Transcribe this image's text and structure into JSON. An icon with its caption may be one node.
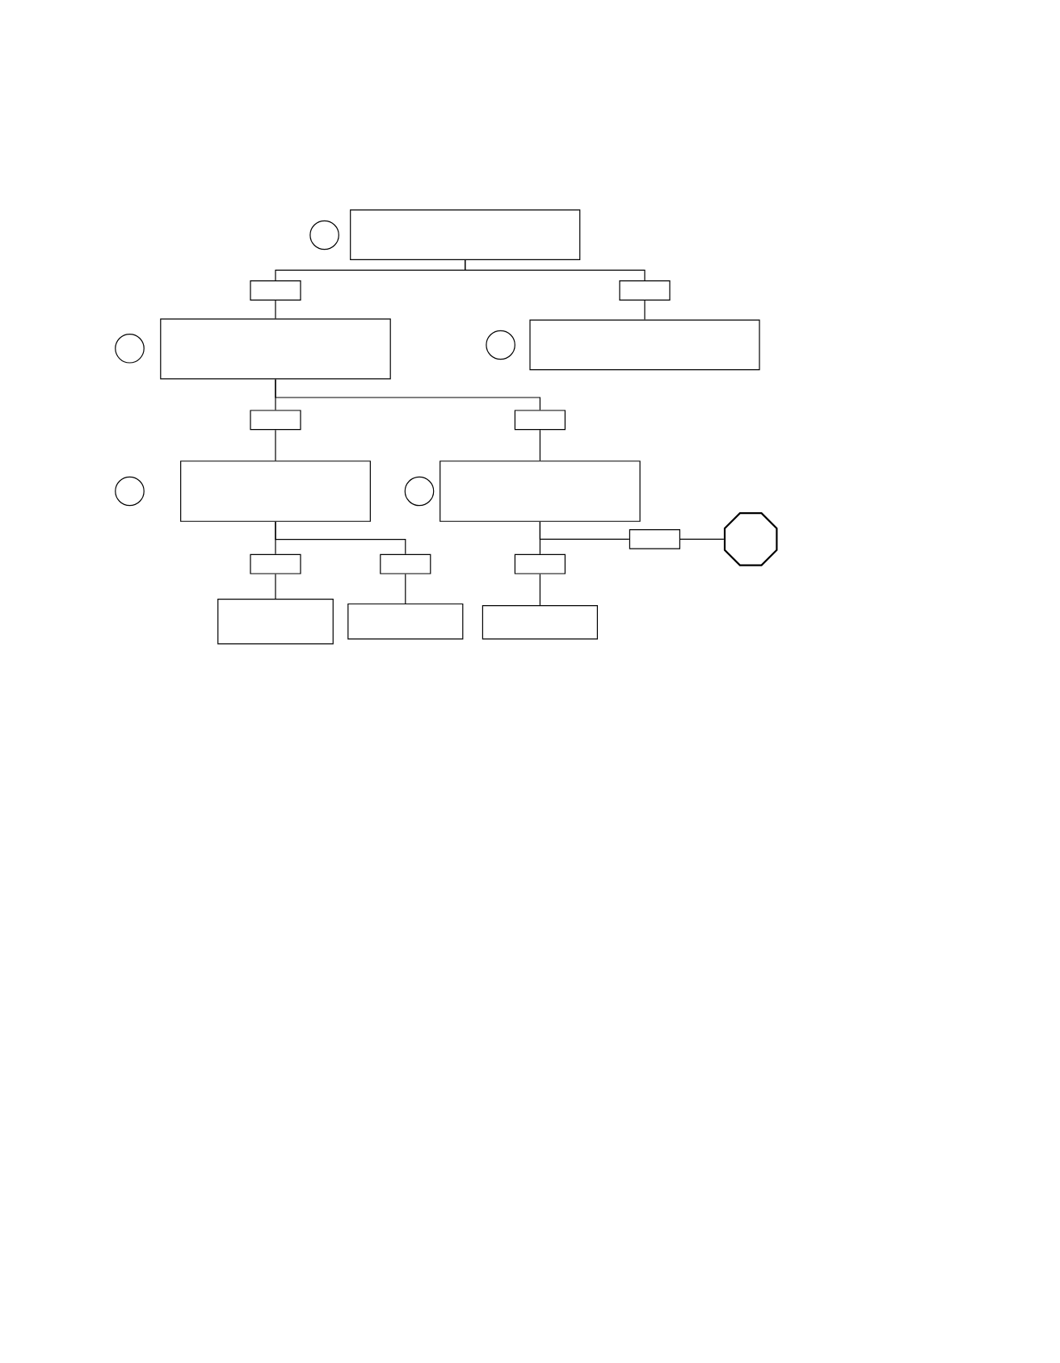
{
  "diagram": {
    "nodes": [
      {
        "text": [],
        "shape": "circle"
      },
      {
        "text": [],
        "shape": "box"
      },
      {
        "text": [],
        "shape": "box"
      },
      {
        "text": [],
        "shape": "box"
      },
      {
        "text": [],
        "shape": "circle"
      },
      {
        "text": [],
        "shape": "box"
      },
      {
        "text": [],
        "shape": "circle"
      },
      {
        "text": [],
        "shape": "box"
      },
      {
        "text": [],
        "shape": "box"
      },
      {
        "text": [],
        "shape": "box"
      },
      {
        "text": [],
        "shape": "circle"
      },
      {
        "text": [],
        "shape": "box"
      },
      {
        "text": [],
        "shape": "circle"
      },
      {
        "text": [],
        "shape": "box"
      },
      {
        "text": [],
        "shape": "box"
      },
      {
        "text": [],
        "shape": "octagon"
      },
      {
        "text": [],
        "shape": "box"
      },
      {
        "text": [],
        "shape": "box"
      },
      {
        "text": [],
        "shape": "box"
      },
      {
        "text": [],
        "shape": "box"
      },
      {
        "text": [],
        "shape": "box"
      },
      {
        "text": [],
        "shape": "box"
      }
    ],
    "edges": [
      {
        "from": 1,
        "to": 2,
        "arrow": "none"
      },
      {
        "from": 1,
        "to": 3,
        "arrow": "none"
      },
      {
        "from": 2,
        "to": 5,
        "arrow": "none"
      },
      {
        "from": 3,
        "to": 7,
        "arrow": "none"
      },
      {
        "from": 5,
        "to": 8,
        "arrow": "none"
      },
      {
        "from": 5,
        "to": 9,
        "arrow": "none"
      },
      {
        "from": 8,
        "to": 11,
        "arrow": "none"
      },
      {
        "from": 9,
        "to": 13,
        "arrow": "none"
      },
      {
        "from": 11,
        "to": 16,
        "arrow": "none"
      },
      {
        "from": 11,
        "to": 17,
        "arrow": "none"
      },
      {
        "from": 13,
        "to": 18,
        "arrow": "none"
      },
      {
        "from": 13,
        "to": 14,
        "arrow": "none"
      },
      {
        "from": 16,
        "to": 19,
        "arrow": "none"
      },
      {
        "from": 17,
        "to": 20,
        "arrow": "none"
      },
      {
        "from": 18,
        "to": 21,
        "arrow": "none"
      },
      {
        "from": 14,
        "to": 15,
        "arrow": "none"
      }
    ]
  }
}
